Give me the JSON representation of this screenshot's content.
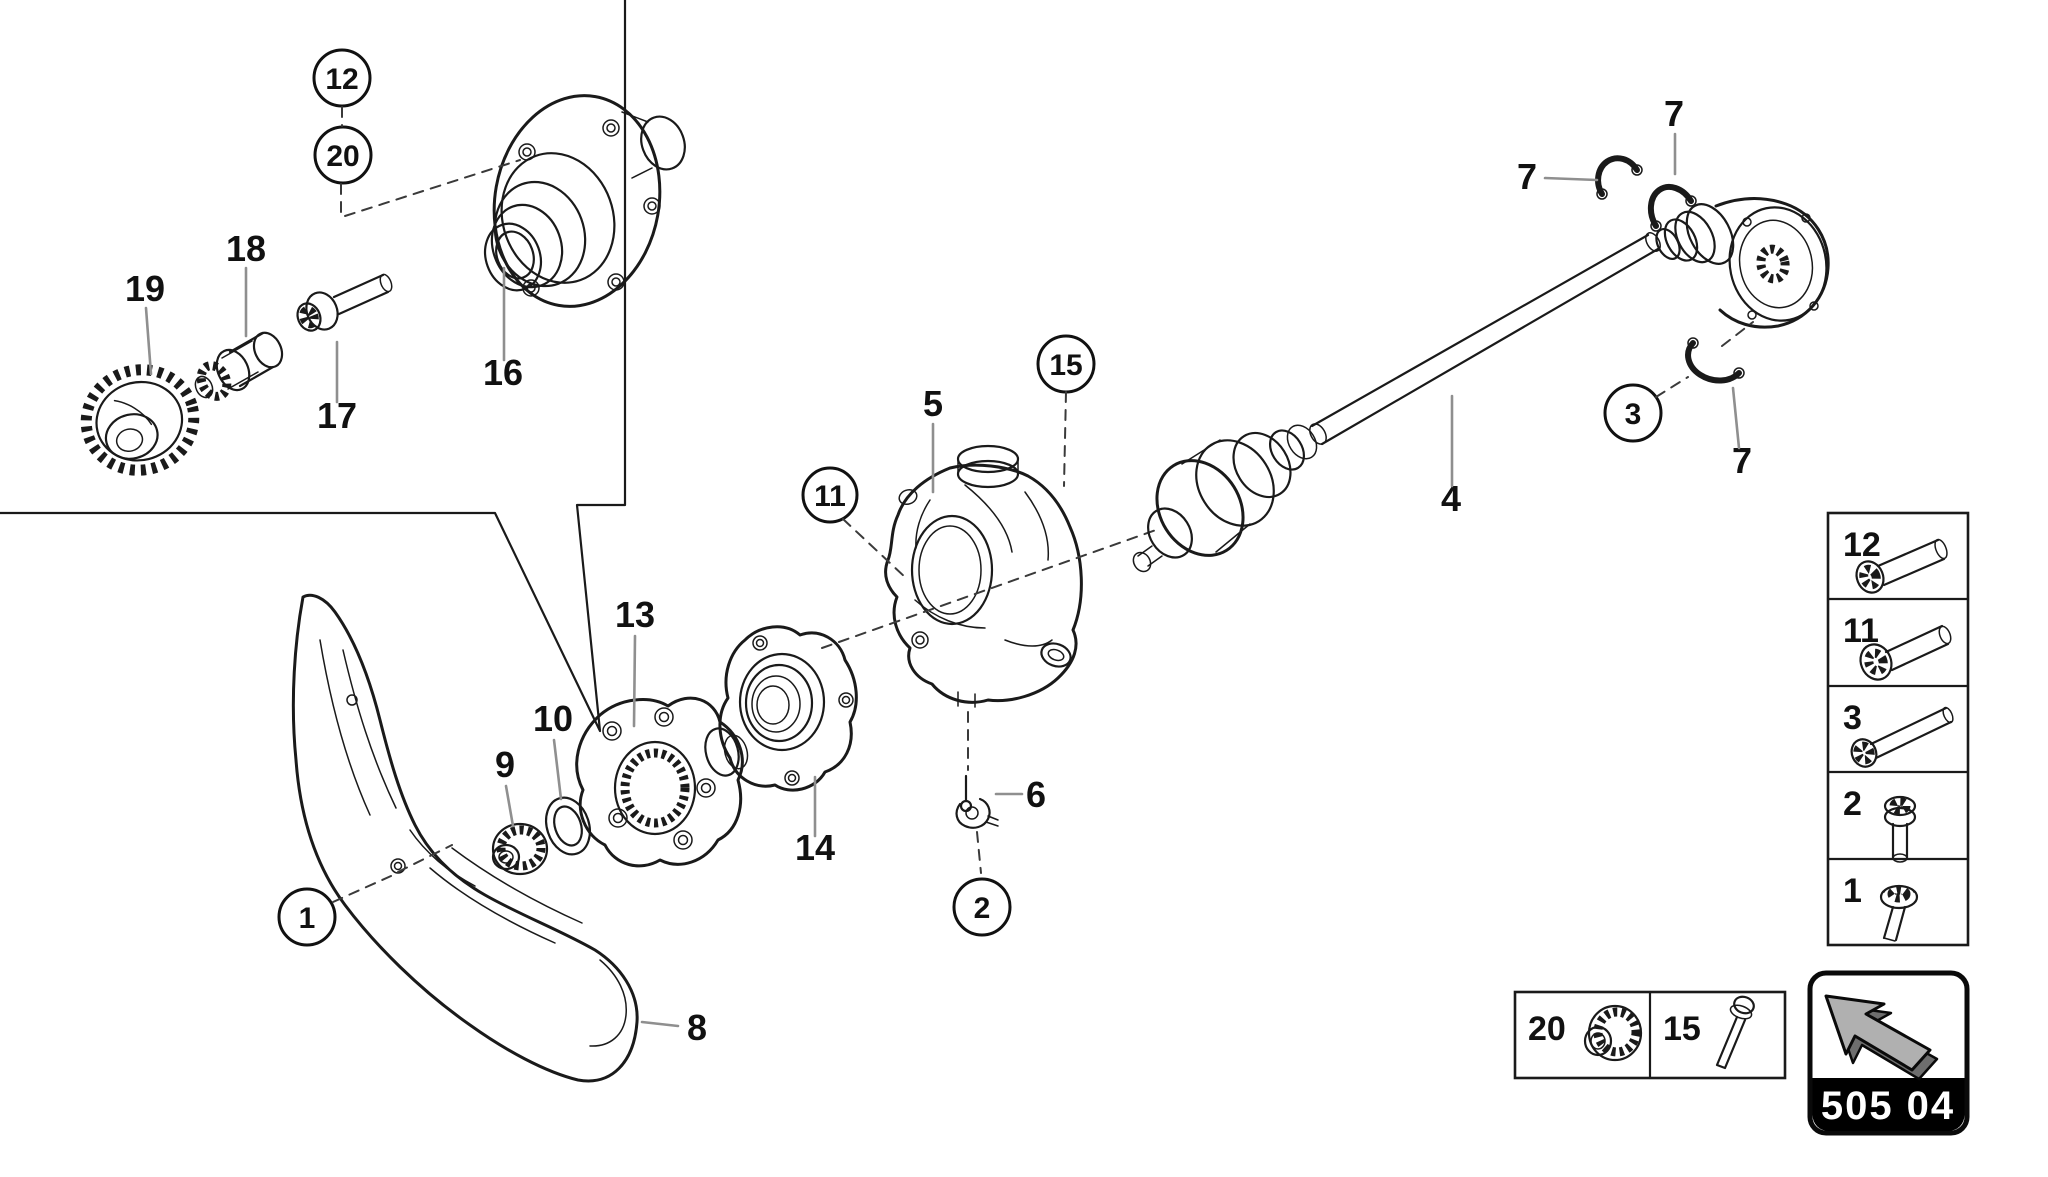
{
  "page": {
    "kind": "exploded-parts-diagram",
    "subject": "rear wheel hub, wheel carrier and drive shaft",
    "background_color": "#ffffff",
    "line_color": "#1a1a1a",
    "leader_line_color": "#8f8f8f",
    "dashed_line_color": "#3a3a3a"
  },
  "balloons": {
    "b12": "12",
    "b20": "20",
    "b15": "15",
    "b11": "11",
    "b3": "3",
    "b2": "2",
    "b1": "1"
  },
  "labels": {
    "p4": "4",
    "p5": "5",
    "p6": "6",
    "p7": "7",
    "p8": "8",
    "p9": "9",
    "p10": "10",
    "p13": "13",
    "p14": "14",
    "p16": "16",
    "p17": "17",
    "p18": "18",
    "p19": "19"
  },
  "parts": [
    {
      "num": "1",
      "callout": "circled",
      "icon": "round-washer-screw"
    },
    {
      "num": "2",
      "callout": "circled",
      "icon": "collared-stud"
    },
    {
      "num": "3",
      "callout": "circled",
      "icon": "long-socket-bolt"
    },
    {
      "num": "4",
      "callout": "plain",
      "icon": "drive-shaft"
    },
    {
      "num": "5",
      "callout": "plain",
      "icon": "wheel-carrier-knuckle"
    },
    {
      "num": "6",
      "callout": "plain",
      "icon": "speed-sensor"
    },
    {
      "num": "7",
      "callout": "plain",
      "icon": "circlip"
    },
    {
      "num": "8",
      "callout": "plain",
      "icon": "heat-shield"
    },
    {
      "num": "9",
      "callout": "plain",
      "icon": "splined-collar-nut"
    },
    {
      "num": "10",
      "callout": "plain",
      "icon": "seal-ring"
    },
    {
      "num": "11",
      "callout": "circled",
      "icon": "flanged-bolt"
    },
    {
      "num": "12",
      "callout": "circled",
      "icon": "socket-head-bolt"
    },
    {
      "num": "13",
      "callout": "plain",
      "icon": "hub-flange"
    },
    {
      "num": "14",
      "callout": "plain",
      "icon": "wheel-bearing-unit"
    },
    {
      "num": "15",
      "callout": "circled",
      "icon": "long-hex-bolt"
    },
    {
      "num": "16",
      "callout": "plain",
      "icon": "wheel-hub"
    },
    {
      "num": "17",
      "callout": "plain",
      "icon": "hex-bolt-washer"
    },
    {
      "num": "18",
      "callout": "plain",
      "icon": "splined-coupler"
    },
    {
      "num": "19",
      "callout": "plain",
      "icon": "toothed-ring"
    },
    {
      "num": "20",
      "callout": "circled",
      "icon": "collar-nut"
    }
  ],
  "side_legend": {
    "rows": [
      {
        "num": "12",
        "icon": "socket-head-bolt"
      },
      {
        "num": "11",
        "icon": "flanged-bolt"
      },
      {
        "num": "3",
        "icon": "long-socket-bolt"
      },
      {
        "num": "2",
        "icon": "collared-stud"
      },
      {
        "num": "1",
        "icon": "round-washer-screw"
      }
    ]
  },
  "bottom_legend": {
    "cells": [
      {
        "num": "20",
        "icon": "collar-nut"
      },
      {
        "num": "15",
        "icon": "long-hex-bolt"
      }
    ]
  },
  "badge": {
    "code": "505 04",
    "icon": "back-arrow",
    "bg_color": "#000000",
    "text_color": "#ffffff",
    "arrow_fill": "#b0b0b0",
    "arrow_shadow": "#6e6e6e"
  }
}
